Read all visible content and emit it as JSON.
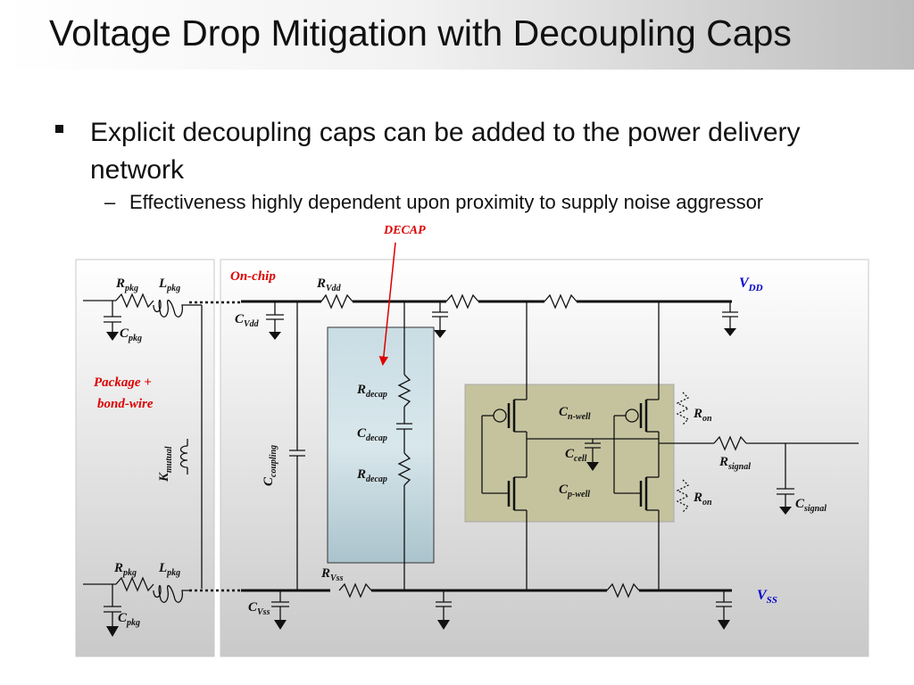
{
  "slide": {
    "title": "Voltage Drop Mitigation with Decoupling Caps",
    "bullet": "Explicit decoupling caps can be added to the power delivery network",
    "sub_dash": "–",
    "sub_bullet": "Effectiveness highly dependent upon proximity to supply noise aggressor"
  },
  "diagram": {
    "decap_callout": "DECAP",
    "on_chip": "On-chip",
    "package_label_1": "Package +",
    "package_label_2": "bond-wire",
    "vdd": {
      "main": "V",
      "sub": "DD"
    },
    "vss": {
      "main": "V",
      "sub": "SS"
    },
    "r_pkg": {
      "main": "R",
      "sub": "pkg"
    },
    "l_pkg": {
      "main": "L",
      "sub": "pkg"
    },
    "c_pkg": {
      "main": "C",
      "sub": "pkg"
    },
    "k_mutual": {
      "main": "K",
      "sub": "mutual"
    },
    "r_vdd": {
      "main": "R",
      "sub": "Vdd"
    },
    "c_vdd": {
      "main": "C",
      "sub": "Vdd"
    },
    "r_vss": {
      "main": "R",
      "sub": "Vss"
    },
    "c_vss": {
      "main": "C",
      "sub": "Vss"
    },
    "c_coupling": {
      "main": "C",
      "sub": "coupling"
    },
    "r_decap": {
      "main": "R",
      "sub": "decap"
    },
    "c_decap": {
      "main": "C",
      "sub": "decap"
    },
    "c_nwell": {
      "main": "C",
      "sub": "n-well"
    },
    "c_cell": {
      "main": "C",
      "sub": "cell"
    },
    "c_pwell": {
      "main": "C",
      "sub": "p-well"
    },
    "r_on": {
      "main": "R",
      "sub": "on"
    },
    "r_signal": {
      "main": "R",
      "sub": "signal"
    },
    "c_signal": {
      "main": "C",
      "sub": "signal"
    },
    "colors": {
      "callout_red": "#dd0000",
      "supply_blue": "#0000cc",
      "decap_fill": "#bcd3dc",
      "inverter_fill": "#c4c39e",
      "wire": "#111111"
    }
  }
}
